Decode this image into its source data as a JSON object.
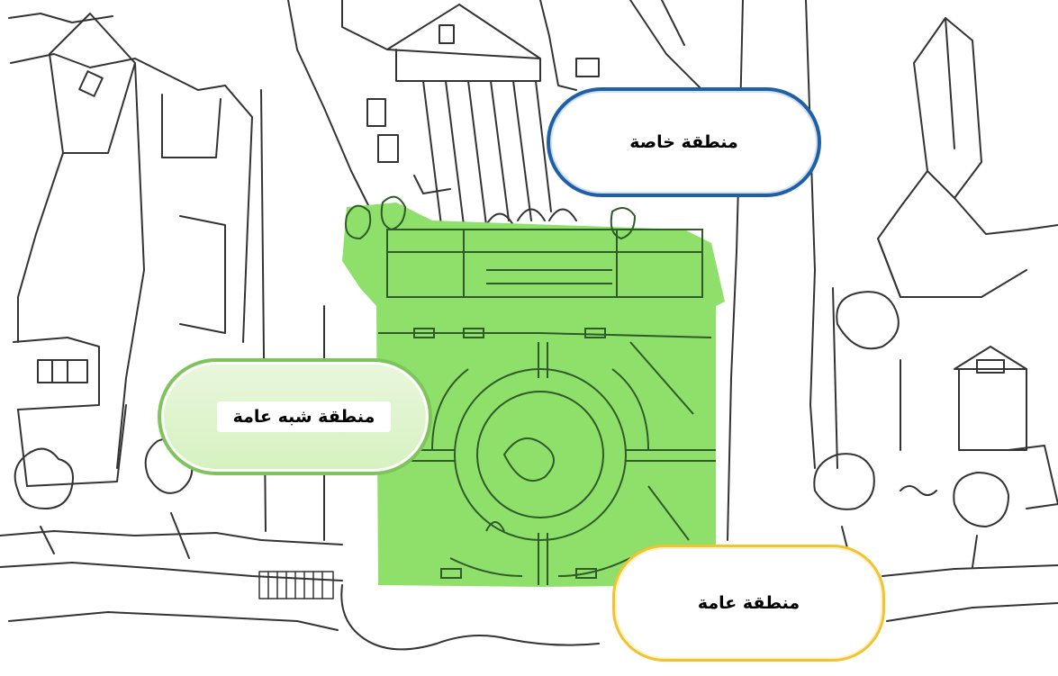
{
  "labels": {
    "private_zone": "منطقة خاصة",
    "semi_public_zone": "منطقة شبه عامة",
    "public_zone": "منطقة عامة"
  },
  "colors": {
    "private_border": "#1f5fa8",
    "semi_public_border": "#7fc45a",
    "public_border": "#f2c230",
    "park_fill": "#8ee06a",
    "line": "#333333"
  }
}
